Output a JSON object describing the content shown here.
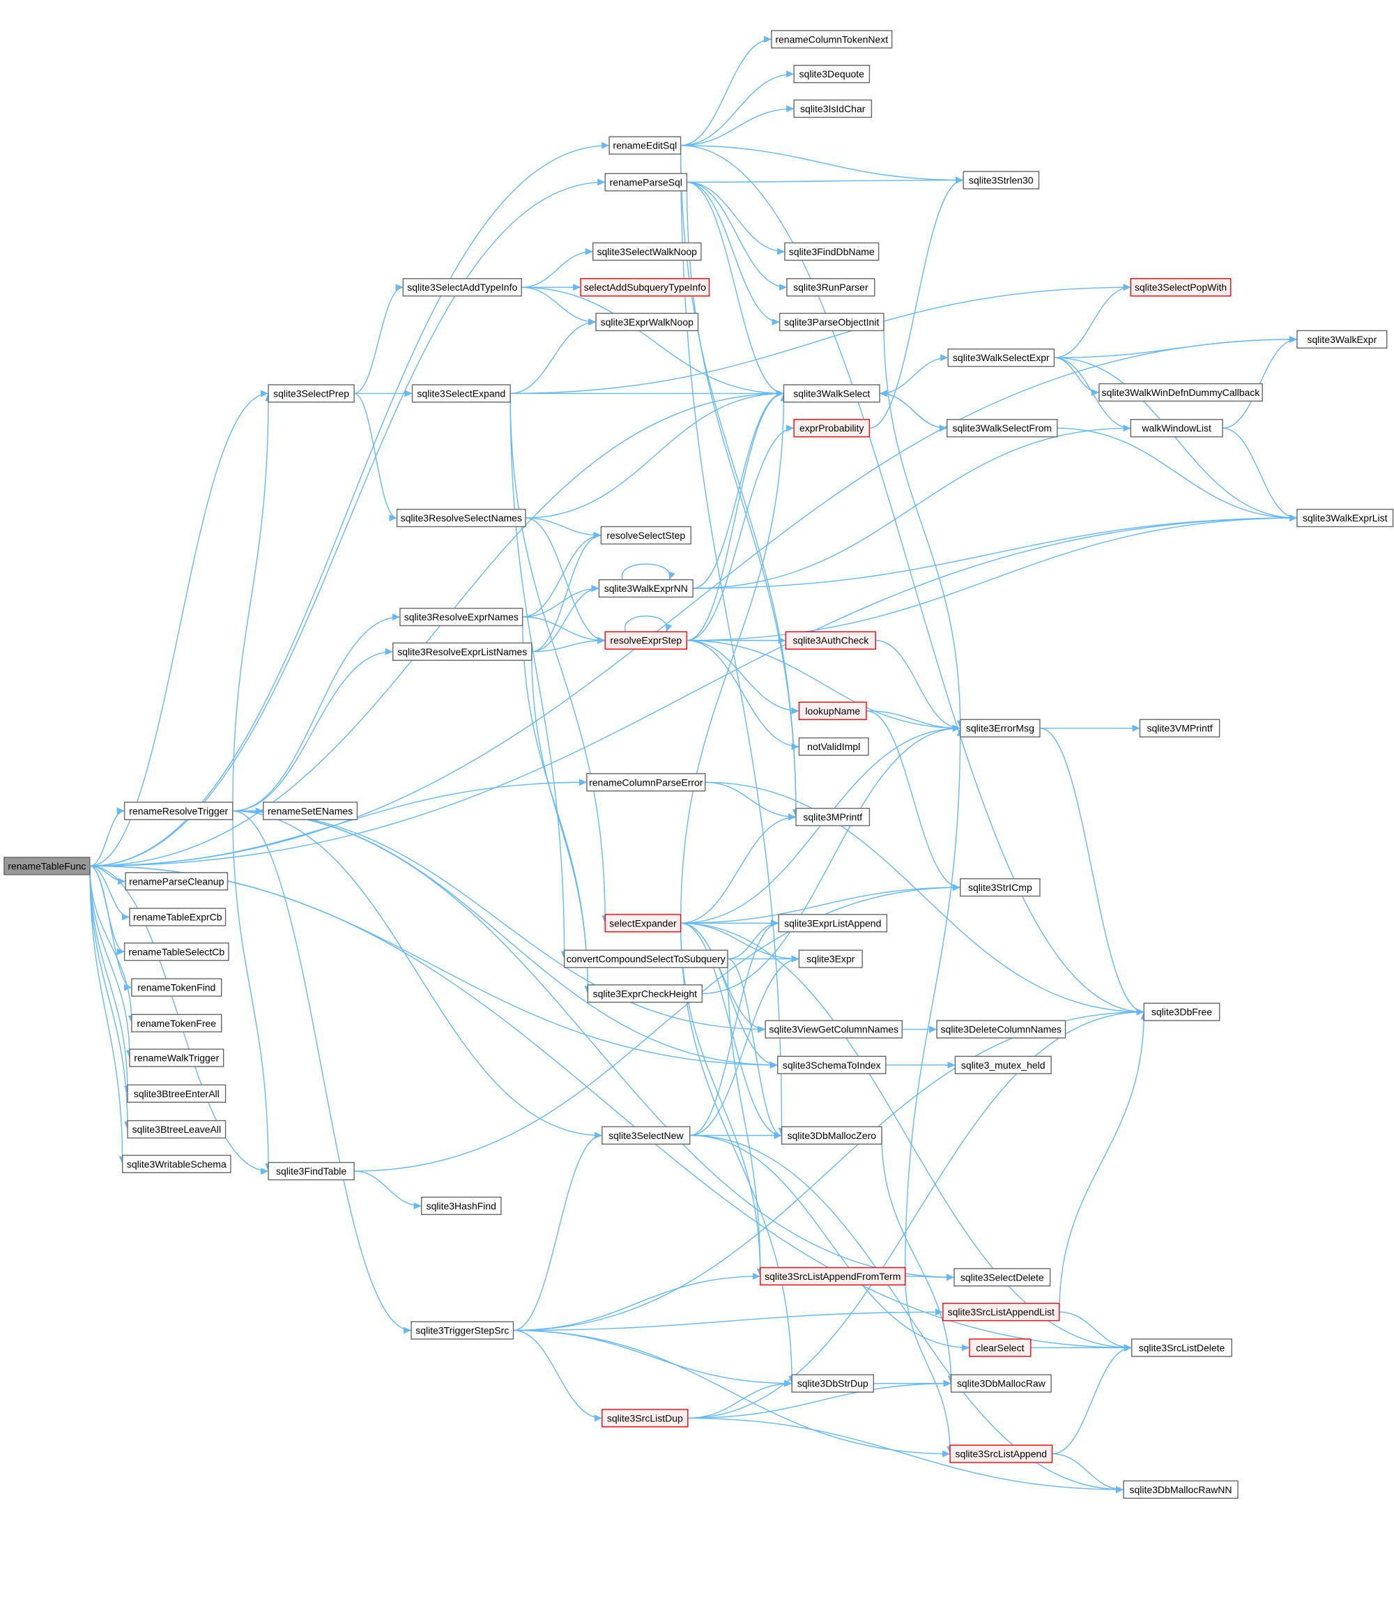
{
  "colors": {
    "edge": "#63b8ff",
    "node_border": "#666666",
    "node_fill": "#ffffff",
    "root_fill": "#999999",
    "highlight_border": "#ff0000",
    "highlight_fill": "#fff0f0"
  },
  "nodes": [
    {
      "id": "renameTableFunc",
      "label": "renameTableFunc",
      "style": "root"
    },
    {
      "id": "renameColumnTokenNext",
      "label": "renameColumnTokenNext"
    },
    {
      "id": "sqlite3Dequote",
      "label": "sqlite3Dequote"
    },
    {
      "id": "sqlite3IsIdChar",
      "label": "sqlite3IsIdChar"
    },
    {
      "id": "renameEditSql",
      "label": "renameEditSql"
    },
    {
      "id": "renameParseSql",
      "label": "renameParseSql"
    },
    {
      "id": "sqlite3Strlen30",
      "label": "sqlite3Strlen30"
    },
    {
      "id": "sqlite3FindDbName",
      "label": "sqlite3FindDbName"
    },
    {
      "id": "sqlite3SelectWalkNoop",
      "label": "sqlite3SelectWalkNoop"
    },
    {
      "id": "sqlite3SelectAddTypeInfo",
      "label": "sqlite3SelectAddTypeInfo"
    },
    {
      "id": "selectAddSubqueryTypeInfo",
      "label": "selectAddSubqueryTypeInfo",
      "style": "red"
    },
    {
      "id": "sqlite3RunParser",
      "label": "sqlite3RunParser"
    },
    {
      "id": "sqlite3SelectPopWith",
      "label": "sqlite3SelectPopWith",
      "style": "red"
    },
    {
      "id": "sqlite3ExprWalkNoop",
      "label": "sqlite3ExprWalkNoop"
    },
    {
      "id": "sqlite3ParseObjectInit",
      "label": "sqlite3ParseObjectInit"
    },
    {
      "id": "sqlite3WalkExpr",
      "label": "sqlite3WalkExpr"
    },
    {
      "id": "sqlite3WalkSelectExpr",
      "label": "sqlite3WalkSelectExpr"
    },
    {
      "id": "sqlite3SelectPrep",
      "label": "sqlite3SelectPrep"
    },
    {
      "id": "sqlite3SelectExpand",
      "label": "sqlite3SelectExpand"
    },
    {
      "id": "sqlite3WalkSelect",
      "label": "sqlite3WalkSelect"
    },
    {
      "id": "sqlite3WalkWinDefnDummyCallback",
      "label": "sqlite3WalkWinDefnDummyCallback"
    },
    {
      "id": "exprProbability",
      "label": "exprProbability",
      "style": "red"
    },
    {
      "id": "sqlite3WalkSelectFrom",
      "label": "sqlite3WalkSelectFrom"
    },
    {
      "id": "walkWindowList",
      "label": "walkWindowList"
    },
    {
      "id": "sqlite3ResolveSelectNames",
      "label": "sqlite3ResolveSelectNames"
    },
    {
      "id": "sqlite3WalkExprList",
      "label": "sqlite3WalkExprList"
    },
    {
      "id": "resolveSelectStep",
      "label": "resolveSelectStep"
    },
    {
      "id": "sqlite3WalkExprNN",
      "label": "sqlite3WalkExprNN"
    },
    {
      "id": "sqlite3ResolveExprNames",
      "label": "sqlite3ResolveExprNames"
    },
    {
      "id": "resolveExprStep",
      "label": "resolveExprStep",
      "style": "red"
    },
    {
      "id": "sqlite3AuthCheck",
      "label": "sqlite3AuthCheck",
      "style": "red"
    },
    {
      "id": "sqlite3ResolveExprListNames",
      "label": "sqlite3ResolveExprListNames"
    },
    {
      "id": "lookupName",
      "label": "lookupName",
      "style": "red"
    },
    {
      "id": "sqlite3ErrorMsg",
      "label": "sqlite3ErrorMsg"
    },
    {
      "id": "sqlite3VMPrintf",
      "label": "sqlite3VMPrintf"
    },
    {
      "id": "notValidImpl",
      "label": "notValidImpl"
    },
    {
      "id": "renameColumnParseError",
      "label": "renameColumnParseError"
    },
    {
      "id": "renameResolveTrigger",
      "label": "renameResolveTrigger"
    },
    {
      "id": "renameSetENames",
      "label": "renameSetENames"
    },
    {
      "id": "sqlite3MPrintf",
      "label": "sqlite3MPrintf"
    },
    {
      "id": "renameParseCleanup",
      "label": "renameParseCleanup"
    },
    {
      "id": "sqlite3StrICmp",
      "label": "sqlite3StrICmp"
    },
    {
      "id": "renameTableExprCb",
      "label": "renameTableExprCb"
    },
    {
      "id": "selectExpander",
      "label": "selectExpander",
      "style": "red"
    },
    {
      "id": "sqlite3ExprListAppend",
      "label": "sqlite3ExprListAppend"
    },
    {
      "id": "renameTableSelectCb",
      "label": "renameTableSelectCb"
    },
    {
      "id": "convertCompoundSelectToSubquery",
      "label": "convertCompoundSelectToSubquery"
    },
    {
      "id": "sqlite3Expr",
      "label": "sqlite3Expr"
    },
    {
      "id": "renameTokenFind",
      "label": "renameTokenFind"
    },
    {
      "id": "sqlite3ExprCheckHeight",
      "label": "sqlite3ExprCheckHeight"
    },
    {
      "id": "sqlite3DbFree",
      "label": "sqlite3DbFree"
    },
    {
      "id": "renameTokenFree",
      "label": "renameTokenFree"
    },
    {
      "id": "sqlite3ViewGetColumnNames",
      "label": "sqlite3ViewGetColumnNames"
    },
    {
      "id": "sqlite3DeleteColumnNames",
      "label": "sqlite3DeleteColumnNames"
    },
    {
      "id": "renameWalkTrigger",
      "label": "renameWalkTrigger"
    },
    {
      "id": "sqlite3SchemaToIndex",
      "label": "sqlite3SchemaToIndex"
    },
    {
      "id": "sqlite3_mutex_held",
      "label": "sqlite3_mutex_held"
    },
    {
      "id": "sqlite3BtreeEnterAll",
      "label": "sqlite3BtreeEnterAll"
    },
    {
      "id": "sqlite3BtreeLeaveAll",
      "label": "sqlite3BtreeLeaveAll"
    },
    {
      "id": "sqlite3SelectNew",
      "label": "sqlite3SelectNew"
    },
    {
      "id": "sqlite3DbMallocZero",
      "label": "sqlite3DbMallocZero"
    },
    {
      "id": "sqlite3WritableSchema",
      "label": "sqlite3WritableSchema"
    },
    {
      "id": "sqlite3FindTable",
      "label": "sqlite3FindTable"
    },
    {
      "id": "sqlite3HashFind",
      "label": "sqlite3HashFind"
    },
    {
      "id": "sqlite3SrcListAppendFromTerm",
      "label": "sqlite3SrcListAppendFromTerm",
      "style": "red"
    },
    {
      "id": "sqlite3SelectDelete",
      "label": "sqlite3SelectDelete"
    },
    {
      "id": "sqlite3SrcListAppendList",
      "label": "sqlite3SrcListAppendList",
      "style": "red"
    },
    {
      "id": "sqlite3TriggerStepSrc",
      "label": "sqlite3TriggerStepSrc"
    },
    {
      "id": "clearSelect",
      "label": "clearSelect",
      "style": "red"
    },
    {
      "id": "sqlite3SrcListDelete",
      "label": "sqlite3SrcListDelete"
    },
    {
      "id": "sqlite3DbStrDup",
      "label": "sqlite3DbStrDup"
    },
    {
      "id": "sqlite3DbMallocRaw",
      "label": "sqlite3DbMallocRaw"
    },
    {
      "id": "sqlite3SrcListDup",
      "label": "sqlite3SrcListDup",
      "style": "red"
    },
    {
      "id": "sqlite3SrcListAppend",
      "label": "sqlite3SrcListAppend",
      "style": "red"
    },
    {
      "id": "sqlite3DbMallocRawNN",
      "label": "sqlite3DbMallocRawNN"
    }
  ],
  "edges": [
    [
      "renameTableFunc",
      "renameEditSql"
    ],
    [
      "renameTableFunc",
      "renameParseSql"
    ],
    [
      "renameTableFunc",
      "sqlite3WalkExpr"
    ],
    [
      "renameTableFunc",
      "sqlite3SelectPrep"
    ],
    [
      "renameTableFunc",
      "sqlite3WalkSelect"
    ],
    [
      "renameTableFunc",
      "sqlite3WalkExprList"
    ],
    [
      "renameTableFunc",
      "renameColumnParseError"
    ],
    [
      "renameTableFunc",
      "renameResolveTrigger"
    ],
    [
      "renameTableFunc",
      "renameParseCleanup"
    ],
    [
      "renameTableFunc",
      "renameTableExprCb"
    ],
    [
      "renameTableFunc",
      "renameTableSelectCb"
    ],
    [
      "renameTableFunc",
      "renameTokenFind"
    ],
    [
      "renameTableFunc",
      "renameTokenFree"
    ],
    [
      "renameTableFunc",
      "renameWalkTrigger"
    ],
    [
      "renameTableFunc",
      "sqlite3BtreeEnterAll"
    ],
    [
      "renameTableFunc",
      "sqlite3BtreeLeaveAll"
    ],
    [
      "renameTableFunc",
      "sqlite3WritableSchema"
    ],
    [
      "renameTableFunc",
      "sqlite3FindTable"
    ],
    [
      "renameTableFunc",
      "sqlite3SchemaToIndex"
    ],
    [
      "renameTableFunc",
      "sqlite3SrcListDelete"
    ],
    [
      "renameEditSql",
      "renameColumnTokenNext"
    ],
    [
      "renameEditSql",
      "sqlite3Dequote"
    ],
    [
      "renameEditSql",
      "sqlite3IsIdChar"
    ],
    [
      "renameEditSql",
      "sqlite3Strlen30"
    ],
    [
      "renameEditSql",
      "sqlite3DbFree"
    ],
    [
      "renameEditSql",
      "sqlite3MPrintf"
    ],
    [
      "renameEditSql",
      "sqlite3DbMallocZero"
    ],
    [
      "renameParseSql",
      "sqlite3Strlen30"
    ],
    [
      "renameParseSql",
      "sqlite3FindDbName"
    ],
    [
      "renameParseSql",
      "sqlite3RunParser"
    ],
    [
      "renameParseSql",
      "sqlite3ParseObjectInit"
    ],
    [
      "renameParseSql",
      "sqlite3WalkSelect"
    ],
    [
      "renameParseSql",
      "sqlite3MPrintf"
    ],
    [
      "sqlite3SelectPrep",
      "sqlite3SelectAddTypeInfo"
    ],
    [
      "sqlite3SelectPrep",
      "sqlite3SelectExpand"
    ],
    [
      "sqlite3SelectPrep",
      "sqlite3ResolveSelectNames"
    ],
    [
      "sqlite3SelectAddTypeInfo",
      "sqlite3SelectWalkNoop"
    ],
    [
      "sqlite3SelectAddTypeInfo",
      "selectAddSubqueryTypeInfo"
    ],
    [
      "sqlite3SelectAddTypeInfo",
      "sqlite3ExprWalkNoop"
    ],
    [
      "sqlite3SelectAddTypeInfo",
      "sqlite3WalkSelect"
    ],
    [
      "sqlite3SelectExpand",
      "sqlite3ExprWalkNoop"
    ],
    [
      "sqlite3SelectExpand",
      "sqlite3SelectPopWith"
    ],
    [
      "sqlite3SelectExpand",
      "sqlite3WalkSelect"
    ],
    [
      "sqlite3SelectExpand",
      "selectExpander"
    ],
    [
      "sqlite3SelectExpand",
      "convertCompoundSelectToSubquery"
    ],
    [
      "sqlite3ParseObjectInit",
      "sqlite3ErrorMsg"
    ],
    [
      "sqlite3WalkSelect",
      "sqlite3WalkSelectExpr"
    ],
    [
      "sqlite3WalkSelect",
      "sqlite3WalkSelectFrom"
    ],
    [
      "sqlite3WalkSelectExpr",
      "sqlite3SelectPopWith"
    ],
    [
      "sqlite3WalkSelectExpr",
      "sqlite3WalkExpr"
    ],
    [
      "sqlite3WalkSelectExpr",
      "sqlite3WalkWinDefnDummyCallback"
    ],
    [
      "sqlite3WalkSelectExpr",
      "walkWindowList"
    ],
    [
      "sqlite3WalkSelectExpr",
      "sqlite3WalkExprList"
    ],
    [
      "sqlite3WalkSelectFrom",
      "sqlite3WalkSelect"
    ],
    [
      "sqlite3WalkSelectFrom",
      "sqlite3WalkExprList"
    ],
    [
      "walkWindowList",
      "sqlite3WalkExpr"
    ],
    [
      "walkWindowList",
      "sqlite3WalkExprList"
    ],
    [
      "exprProbability",
      "sqlite3Strlen30"
    ],
    [
      "sqlite3ResolveSelectNames",
      "sqlite3WalkSelect"
    ],
    [
      "sqlite3ResolveSelectNames",
      "resolveSelectStep"
    ],
    [
      "sqlite3ResolveSelectNames",
      "resolveExprStep"
    ],
    [
      "sqlite3WalkExprNN",
      "sqlite3WalkExprNN"
    ],
    [
      "sqlite3WalkExprNN",
      "sqlite3WalkSelect"
    ],
    [
      "sqlite3WalkExprNN",
      "walkWindowList"
    ],
    [
      "sqlite3WalkExprNN",
      "sqlite3WalkExprList"
    ],
    [
      "sqlite3ResolveExprNames",
      "sqlite3WalkExprNN"
    ],
    [
      "sqlite3ResolveExprNames",
      "resolveExprStep"
    ],
    [
      "sqlite3ResolveExprNames",
      "resolveSelectStep"
    ],
    [
      "sqlite3ResolveExprNames",
      "sqlite3ExprCheckHeight"
    ],
    [
      "sqlite3ResolveExprListNames",
      "sqlite3WalkExprNN"
    ],
    [
      "sqlite3ResolveExprListNames",
      "resolveExprStep"
    ],
    [
      "sqlite3ResolveExprListNames",
      "resolveSelectStep"
    ],
    [
      "sqlite3ResolveExprListNames",
      "sqlite3ExprCheckHeight"
    ],
    [
      "resolveExprStep",
      "resolveExprStep"
    ],
    [
      "resolveExprStep",
      "sqlite3WalkSelect"
    ],
    [
      "resolveExprStep",
      "exprProbability"
    ],
    [
      "resolveExprStep",
      "sqlite3AuthCheck"
    ],
    [
      "resolveExprStep",
      "lookupName"
    ],
    [
      "resolveExprStep",
      "sqlite3ErrorMsg"
    ],
    [
      "resolveExprStep",
      "notValidImpl"
    ],
    [
      "resolveExprStep",
      "sqlite3WalkExprList"
    ],
    [
      "sqlite3AuthCheck",
      "sqlite3ErrorMsg"
    ],
    [
      "lookupName",
      "sqlite3ErrorMsg"
    ],
    [
      "lookupName",
      "sqlite3StrICmp"
    ],
    [
      "sqlite3ErrorMsg",
      "sqlite3VMPrintf"
    ],
    [
      "sqlite3ErrorMsg",
      "sqlite3DbFree"
    ],
    [
      "renameColumnParseError",
      "sqlite3MPrintf"
    ],
    [
      "renameColumnParseError",
      "sqlite3DbFree"
    ],
    [
      "renameResolveTrigger",
      "renameSetENames"
    ],
    [
      "renameResolveTrigger",
      "sqlite3SelectPrep"
    ],
    [
      "renameResolveTrigger",
      "sqlite3ResolveExprNames"
    ],
    [
      "renameResolveTrigger",
      "sqlite3ResolveExprListNames"
    ],
    [
      "renameResolveTrigger",
      "sqlite3ViewGetColumnNames"
    ],
    [
      "renameResolveTrigger",
      "sqlite3SchemaToIndex"
    ],
    [
      "renameResolveTrigger",
      "sqlite3SelectNew"
    ],
    [
      "renameResolveTrigger",
      "sqlite3FindTable"
    ],
    [
      "renameResolveTrigger",
      "sqlite3SelectDelete"
    ],
    [
      "renameResolveTrigger",
      "sqlite3TriggerStepSrc"
    ],
    [
      "selectExpander",
      "sqlite3WalkSelect"
    ],
    [
      "selectExpander",
      "sqlite3MPrintf"
    ],
    [
      "selectExpander",
      "sqlite3StrICmp"
    ],
    [
      "selectExpander",
      "sqlite3ErrorMsg"
    ],
    [
      "selectExpander",
      "sqlite3ExprListAppend"
    ],
    [
      "selectExpander",
      "sqlite3Expr"
    ],
    [
      "selectExpander",
      "sqlite3ViewGetColumnNames"
    ],
    [
      "selectExpander",
      "sqlite3SchemaToIndex"
    ],
    [
      "selectExpander",
      "sqlite3DbMallocZero"
    ],
    [
      "selectExpander",
      "sqlite3SrcListAppendFromTerm"
    ],
    [
      "selectExpander",
      "sqlite3DbStrDup"
    ],
    [
      "selectExpander",
      "sqlite3SrcListDelete"
    ],
    [
      "convertCompoundSelectToSubquery",
      "sqlite3ExprListAppend"
    ],
    [
      "convertCompoundSelectToSubquery",
      "sqlite3Expr"
    ],
    [
      "convertCompoundSelectToSubquery",
      "sqlite3DbMallocZero"
    ],
    [
      "convertCompoundSelectToSubquery",
      "sqlite3SrcListAppendFromTerm"
    ],
    [
      "sqlite3ExprCheckHeight",
      "sqlite3ErrorMsg"
    ],
    [
      "sqlite3ViewGetColumnNames",
      "sqlite3DeleteColumnNames"
    ],
    [
      "sqlite3SchemaToIndex",
      "sqlite3_mutex_held"
    ],
    [
      "sqlite3SelectNew",
      "sqlite3ExprListAppend"
    ],
    [
      "sqlite3SelectNew",
      "sqlite3Expr"
    ],
    [
      "sqlite3SelectNew",
      "sqlite3DbMallocZero"
    ],
    [
      "sqlite3SelectNew",
      "clearSelect"
    ],
    [
      "sqlite3SelectNew",
      "sqlite3DbMallocRawNN"
    ],
    [
      "sqlite3DbMallocZero",
      "sqlite3DbMallocRaw"
    ],
    [
      "sqlite3FindTable",
      "sqlite3StrICmp"
    ],
    [
      "sqlite3FindTable",
      "sqlite3HashFind"
    ],
    [
      "sqlite3SrcListAppendFromTerm",
      "sqlite3ErrorMsg"
    ],
    [
      "sqlite3SrcListAppendFromTerm",
      "sqlite3SelectDelete"
    ],
    [
      "sqlite3SrcListAppendFromTerm",
      "sqlite3SrcListAppend"
    ],
    [
      "sqlite3SrcListAppendList",
      "sqlite3DbFree"
    ],
    [
      "sqlite3SrcListAppendList",
      "sqlite3SrcListDelete"
    ],
    [
      "sqlite3TriggerStepSrc",
      "sqlite3DbFree"
    ],
    [
      "sqlite3TriggerStepSrc",
      "sqlite3SelectNew"
    ],
    [
      "sqlite3TriggerStepSrc",
      "sqlite3SrcListAppendFromTerm"
    ],
    [
      "sqlite3TriggerStepSrc",
      "sqlite3SrcListAppendList"
    ],
    [
      "sqlite3TriggerStepSrc",
      "sqlite3DbStrDup"
    ],
    [
      "sqlite3TriggerStepSrc",
      "sqlite3SrcListDup"
    ],
    [
      "sqlite3TriggerStepSrc",
      "sqlite3SrcListAppend"
    ],
    [
      "clearSelect",
      "sqlite3SrcListDelete"
    ],
    [
      "sqlite3DbStrDup",
      "sqlite3DbMallocRaw"
    ],
    [
      "sqlite3SrcListDup",
      "sqlite3DbStrDup"
    ],
    [
      "sqlite3SrcListDup",
      "sqlite3DbMallocRaw"
    ],
    [
      "sqlite3SrcListDup",
      "sqlite3DbFree"
    ],
    [
      "sqlite3SrcListDup",
      "sqlite3DbMallocRawNN"
    ],
    [
      "sqlite3SrcListAppend",
      "sqlite3SrcListDelete"
    ],
    [
      "sqlite3SrcListAppend",
      "sqlite3DbMallocRawNN"
    ]
  ]
}
